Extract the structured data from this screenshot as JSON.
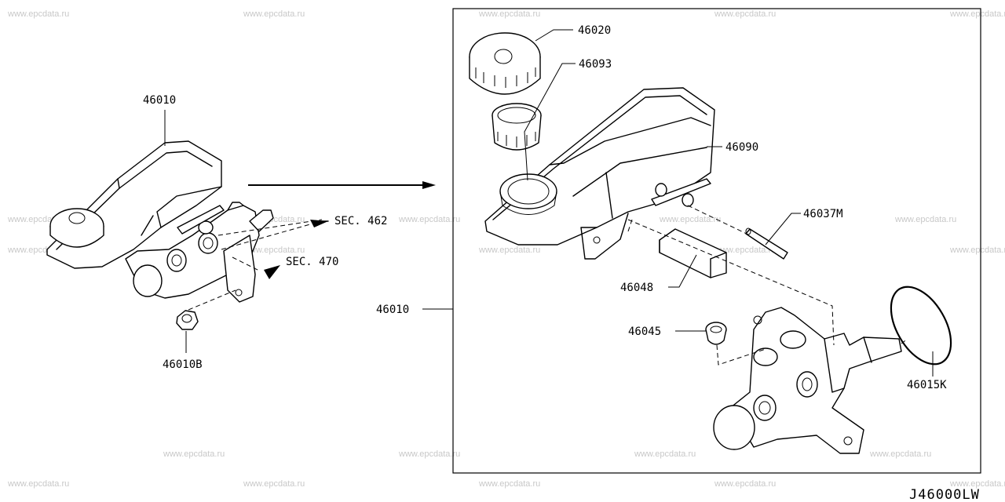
{
  "watermark": "www.epcdata.ru",
  "labels": {
    "l_46010_left": "46010",
    "l_46010b": "46010B",
    "l_sec462": "SEC. 462",
    "l_sec470": "SEC. 470",
    "l_46020": "46020",
    "l_46093": "46093",
    "l_46090": "46090",
    "l_46037m": "46037M",
    "l_46048": "46048",
    "l_46010_right": "46010",
    "l_46045": "46045",
    "l_46015k": "46015K"
  },
  "diagram_code": "J46000LW"
}
